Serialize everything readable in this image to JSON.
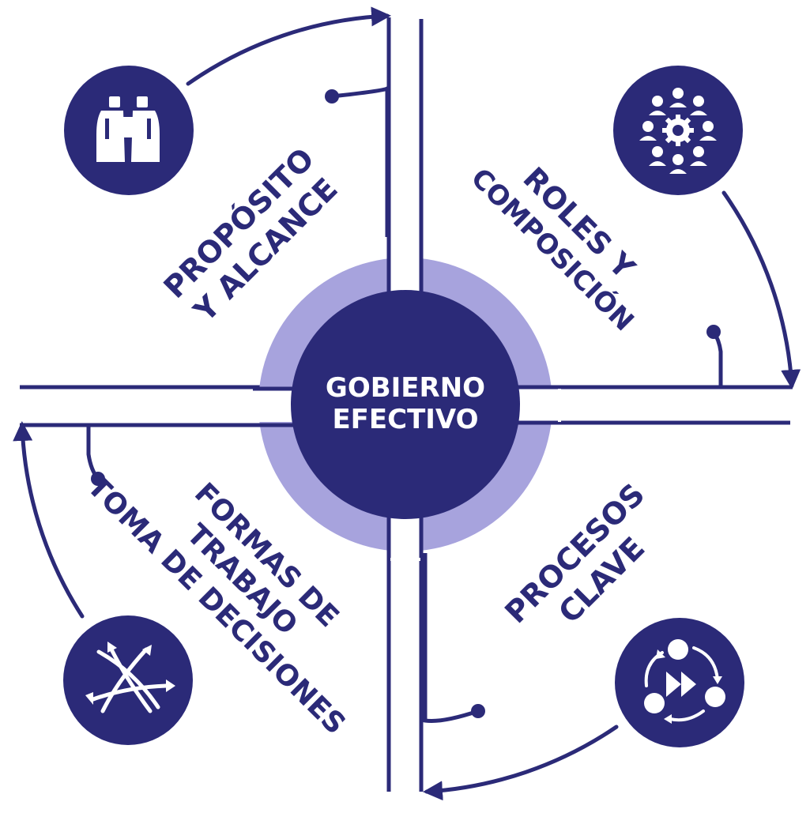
{
  "colors": {
    "primary": "#2b2a78",
    "halo": "#a7a3dd",
    "background": "#ffffff",
    "icon_fill": "#ffffff"
  },
  "center": {
    "line1": "GOBIERNO",
    "line2": "EFECTIVO"
  },
  "quadrants": {
    "top_left": {
      "line1": "PROPÓSITO",
      "line2": "Y ALCANCE",
      "icon": "binoculars-icon"
    },
    "top_right": {
      "line1": "ROLES Y",
      "line2": "COMPOSICIÓN",
      "icon": "team-gear-icon"
    },
    "bottom_right": {
      "line1": "PROCESOS",
      "line2": "CLAVE",
      "icon": "process-cycle-icon"
    },
    "bottom_left": {
      "line1": "FORMAS DE",
      "line2": "TRABAJO",
      "line3": "TOMA DE DECISIONES",
      "icon": "crossing-arrows-icon"
    }
  }
}
